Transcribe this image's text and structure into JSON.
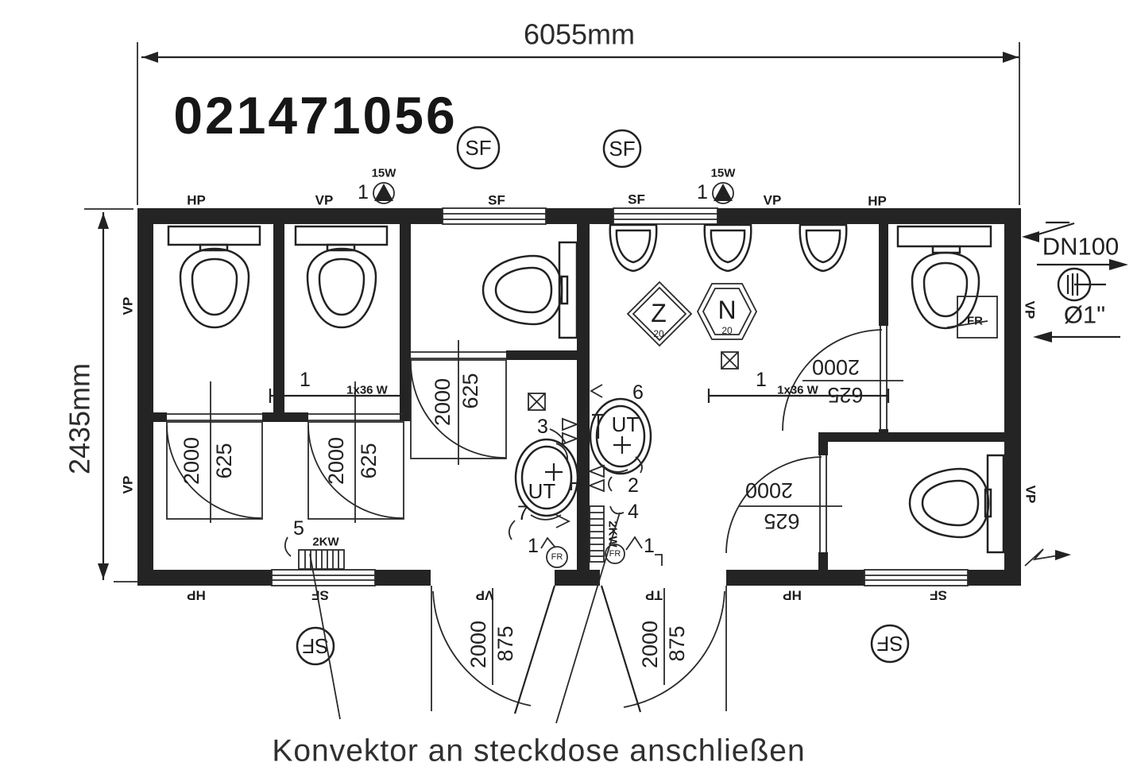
{
  "title": "021471056",
  "dims": {
    "w": "6055mm",
    "h": "2435mm"
  },
  "note": "Konvektor an steckdose anschließen",
  "labels": {
    "top": [
      "HP",
      "VP",
      "SF",
      "SF",
      "VP",
      "HP"
    ],
    "bottom": [
      "HP",
      "SF",
      "VP",
      "TP",
      "HP",
      "SF"
    ],
    "left": [
      "VP",
      "VP"
    ],
    "right": [
      "VP",
      "VP"
    ]
  },
  "circles": {
    "sf": "SF",
    "fr": "FR",
    "ut": "UT"
  },
  "vent": {
    "z": "Z",
    "n": "N",
    "size": "20"
  },
  "doors": {
    "small_w": "625",
    "small_h": "2000",
    "entry_w": "875",
    "entry_h": "2000"
  },
  "lights": {
    "wall": "15W",
    "ceiling": "1x36 W",
    "qty": "1"
  },
  "heater": {
    "power": "2KW"
  },
  "plumbing": {
    "drain": "DN100",
    "water": "Ø1\""
  },
  "tags": {
    "1": "1",
    "2": "2",
    "3": "3",
    "4": "4",
    "5": "5",
    "6": "6",
    "7": "7"
  }
}
